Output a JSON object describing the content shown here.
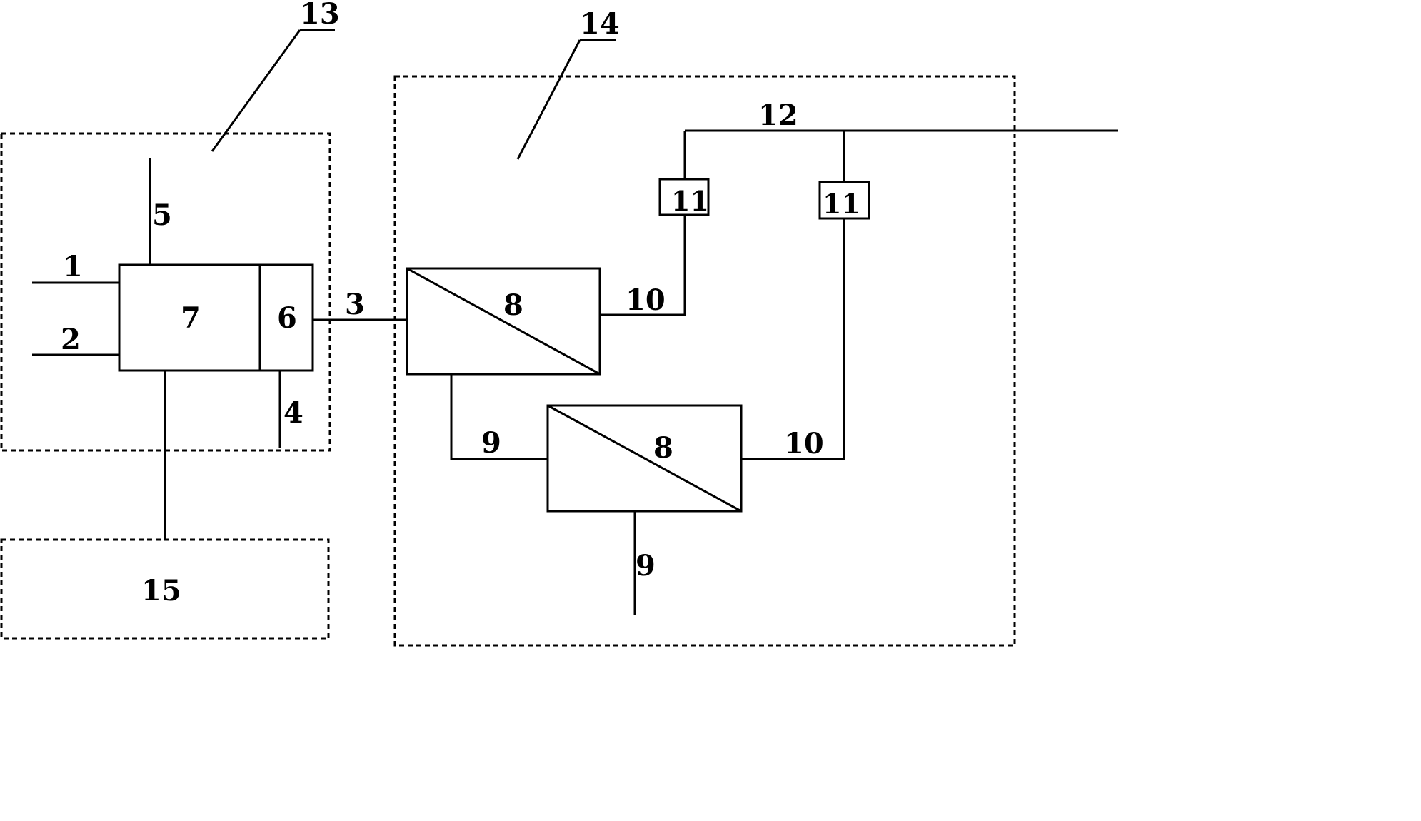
{
  "labels": {
    "subsystem_13": "13",
    "subsystem_14": "14",
    "subsystem_15": "15",
    "stream_1": "1",
    "stream_2": "2",
    "stream_3": "3",
    "stream_4": "4",
    "stream_5": "5",
    "unit_6": "6",
    "unit_7": "7",
    "unit_8_top": "8",
    "unit_8_bottom": "8",
    "stream_9_mid": "9",
    "stream_9_bottom": "9",
    "stream_10_top": "10",
    "stream_10_bottom": "10",
    "unit_11_left": "11",
    "unit_11_right": "11",
    "stream_12": "12"
  }
}
